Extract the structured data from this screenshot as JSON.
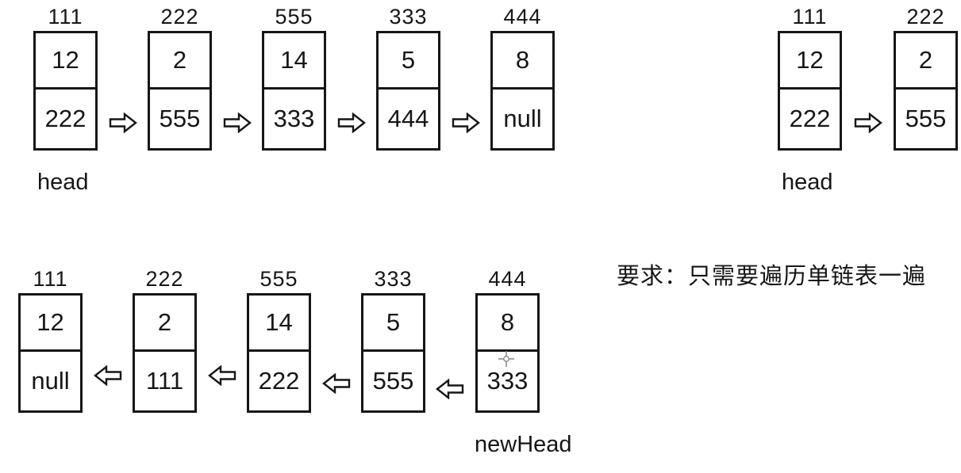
{
  "title": "singly-linked-list-reversal-diagram",
  "colors": {
    "ink": "#161616",
    "background": "#ffffff",
    "cursor_gray": "#8c8c8c"
  },
  "icons": {
    "next_arrow": "hollow-right-block-arrow",
    "prev_arrow": "hollow-left-block-arrow",
    "cursor": "precision-select-crosshair"
  },
  "annotation": {
    "requirement": "要求：只需要遍历单链表一遍"
  },
  "lists": {
    "top_left": {
      "label": "head",
      "direction": "right",
      "nodes": [
        {
          "address": "111",
          "value": "12",
          "next": "222"
        },
        {
          "address": "222",
          "value": "2",
          "next": "555"
        },
        {
          "address": "555",
          "value": "14",
          "next": "333"
        },
        {
          "address": "333",
          "value": "5",
          "next": "444"
        },
        {
          "address": "444",
          "value": "8",
          "next": "null"
        }
      ]
    },
    "top_right": {
      "label": "head",
      "direction": "right",
      "nodes": [
        {
          "address": "111",
          "value": "12",
          "next": "222"
        },
        {
          "address": "222",
          "value": "2",
          "next": "555"
        }
      ]
    },
    "bottom_left": {
      "label": "newHead",
      "direction": "left",
      "nodes": [
        {
          "address": "111",
          "value": "12",
          "next": "null"
        },
        {
          "address": "222",
          "value": "2",
          "next": "111"
        },
        {
          "address": "555",
          "value": "14",
          "next": "222"
        },
        {
          "address": "333",
          "value": "5",
          "next": "555"
        },
        {
          "address": "444",
          "value": "8",
          "next": "333"
        }
      ]
    }
  }
}
